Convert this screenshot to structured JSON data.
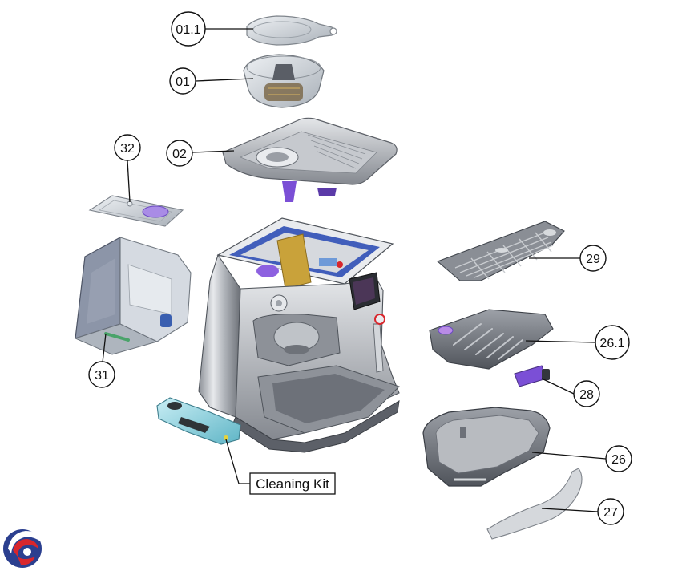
{
  "diagram": {
    "callouts": [
      {
        "id": "c-011",
        "label": "01.1"
      },
      {
        "id": "c-01",
        "label": "01"
      },
      {
        "id": "c-02",
        "label": "02"
      },
      {
        "id": "c-32",
        "label": "32"
      },
      {
        "id": "c-31",
        "label": "31"
      },
      {
        "id": "c-29",
        "label": "29"
      },
      {
        "id": "c-261",
        "label": "26.1"
      },
      {
        "id": "c-28",
        "label": "28"
      },
      {
        "id": "c-26",
        "label": "26"
      },
      {
        "id": "c-27",
        "label": "27"
      }
    ],
    "cleaning_kit_label": "Cleaning Kit"
  },
  "colors": {
    "steel": "#b9bcc2",
    "steel_dark": "#6d7179",
    "glass": "#cfd6de",
    "purple": "#7b4fd6",
    "blue_frame": "#2f4fb5",
    "gold": "#c9a23a",
    "teal": "#8fd3e0",
    "logo_red": "#d8262c",
    "logo_blue": "#2b3f8f"
  }
}
